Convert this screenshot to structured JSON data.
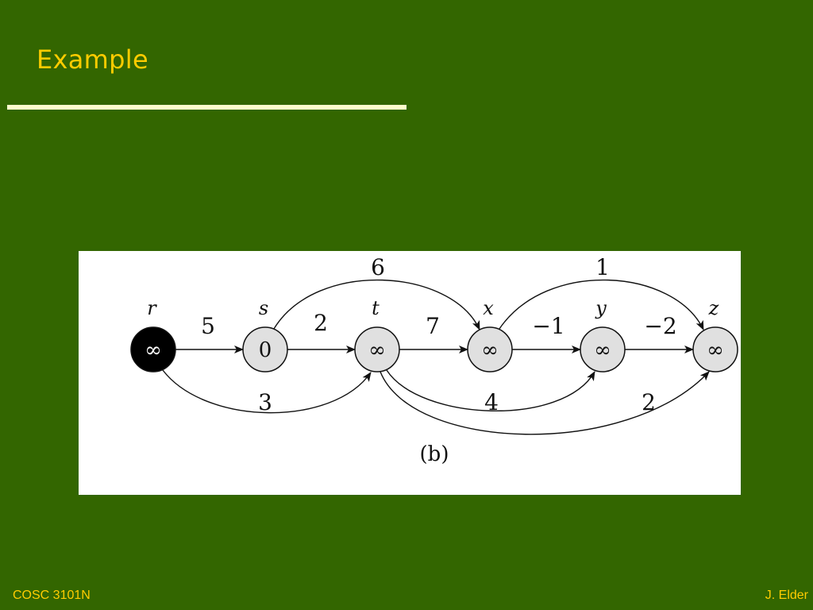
{
  "slide": {
    "title": "Example",
    "footer_left": "COSC 3101N",
    "footer_right": "J. Elder"
  },
  "colors": {
    "background": "#336600",
    "title": "#ffcc00",
    "rule": "#ffffcc",
    "footer": "#ffcc00",
    "node_fill": "#e0e0e0",
    "node_black": "#000000"
  },
  "diagram": {
    "caption": "(b)",
    "nodes": [
      {
        "id": "r",
        "label": "r",
        "value": "∞",
        "filled": true
      },
      {
        "id": "s",
        "label": "s",
        "value": "0",
        "filled": false
      },
      {
        "id": "t",
        "label": "t",
        "value": "∞",
        "filled": false
      },
      {
        "id": "x",
        "label": "x",
        "value": "∞",
        "filled": false
      },
      {
        "id": "y",
        "label": "y",
        "value": "∞",
        "filled": false
      },
      {
        "id": "z",
        "label": "z",
        "value": "∞",
        "filled": false
      }
    ],
    "edges": [
      {
        "from": "r",
        "to": "s",
        "weight": "5"
      },
      {
        "from": "s",
        "to": "t",
        "weight": "2"
      },
      {
        "from": "t",
        "to": "x",
        "weight": "7"
      },
      {
        "from": "x",
        "to": "y",
        "weight": "−1"
      },
      {
        "from": "y",
        "to": "z",
        "weight": "−2"
      },
      {
        "from": "s",
        "to": "x",
        "weight": "6"
      },
      {
        "from": "x",
        "to": "z",
        "weight": "1"
      },
      {
        "from": "r",
        "to": "t",
        "weight": "3"
      },
      {
        "from": "t",
        "to": "y",
        "weight": "4"
      },
      {
        "from": "t",
        "to": "z",
        "weight": "2"
      }
    ]
  }
}
